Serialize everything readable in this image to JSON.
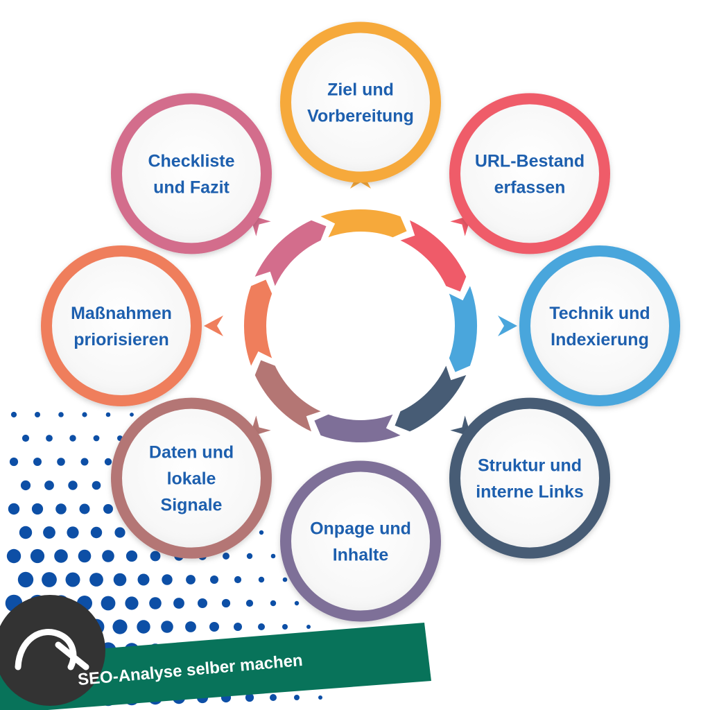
{
  "steps": [
    {
      "lines": [
        "Ziel und",
        "Vorbereitung"
      ],
      "color": "#f6a93b"
    },
    {
      "lines": [
        "URL-Bestand",
        "erfassen"
      ],
      "color": "#ef5b69"
    },
    {
      "lines": [
        "Technik und",
        "Indexierung"
      ],
      "color": "#4aa6dc"
    },
    {
      "lines": [
        "Struktur und",
        "interne Links"
      ],
      "color": "#475c75"
    },
    {
      "lines": [
        "Onpage und",
        "Inhalte"
      ],
      "color": "#7e6f98"
    },
    {
      "lines": [
        "Daten und",
        "lokale",
        "Signale"
      ],
      "color": "#b47674"
    },
    {
      "lines": [
        "Maßnahmen",
        "priorisieren"
      ],
      "color": "#ef7e5c"
    },
    {
      "lines": [
        "Checkliste",
        "und Fazit"
      ],
      "color": "#d36d8c"
    }
  ],
  "banner": {
    "text": "SEO-Analyse selber machen",
    "color": "#08735a"
  },
  "colors": {
    "text": "#1d5fae",
    "dots": "#0d4fa6",
    "logo": "#333333"
  }
}
